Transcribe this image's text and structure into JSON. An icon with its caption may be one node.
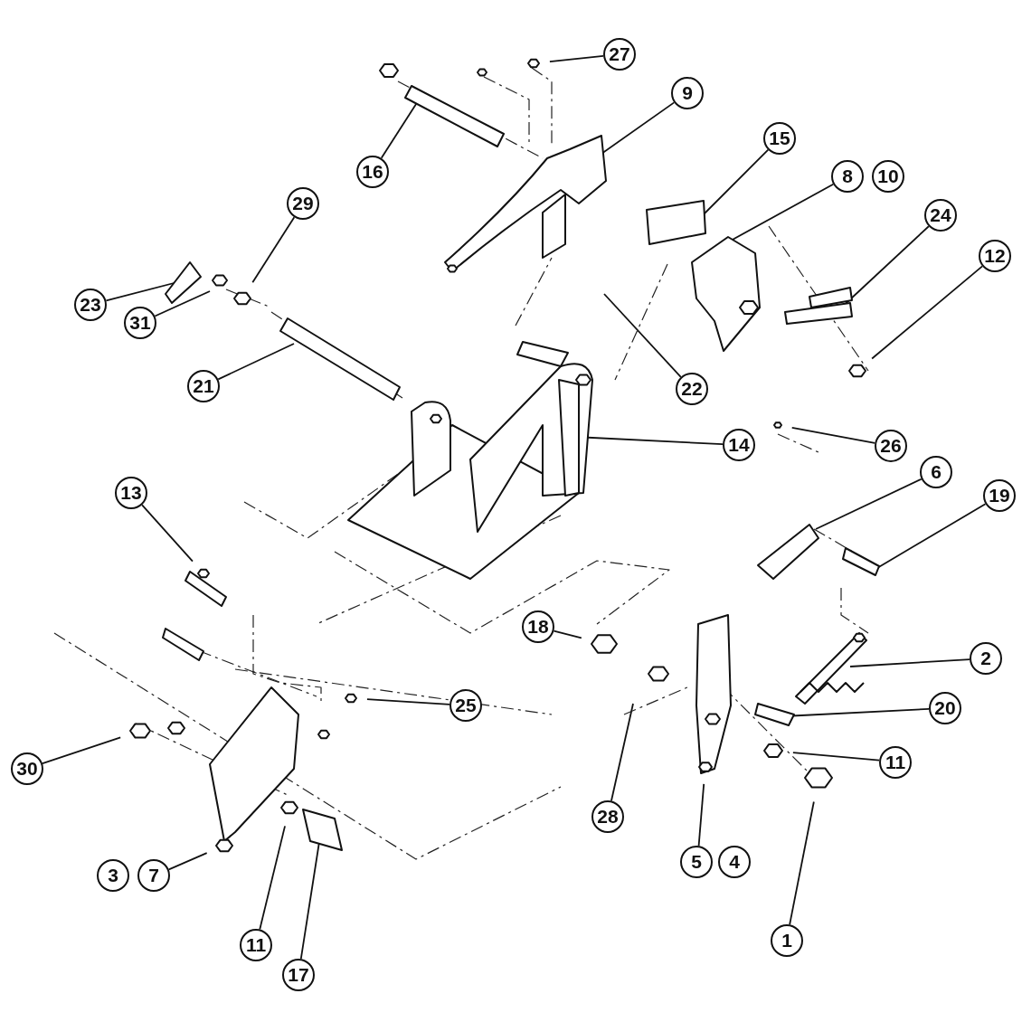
{
  "diagram": {
    "nodes": [
      {
        "text": [
          "27"
        ]
      },
      {
        "text": [
          "9"
        ]
      },
      {
        "text": [
          "15"
        ]
      },
      {
        "text": [
          "16"
        ]
      },
      {
        "text": [
          "8"
        ]
      },
      {
        "text": [
          "10"
        ]
      },
      {
        "text": [
          "29"
        ]
      },
      {
        "text": [
          "24"
        ]
      },
      {
        "text": [
          "12"
        ]
      },
      {
        "text": [
          "23"
        ]
      },
      {
        "text": [
          "31"
        ]
      },
      {
        "text": [
          "21"
        ]
      },
      {
        "text": [
          "22"
        ]
      },
      {
        "text": [
          "14"
        ]
      },
      {
        "text": [
          "26"
        ]
      },
      {
        "text": [
          "6"
        ]
      },
      {
        "text": [
          "19"
        ]
      },
      {
        "text": [
          "13"
        ]
      },
      {
        "text": [
          "18"
        ]
      },
      {
        "text": [
          "2"
        ]
      },
      {
        "text": [
          "25"
        ]
      },
      {
        "text": [
          "20"
        ]
      },
      {
        "text": [
          "30"
        ]
      },
      {
        "text": [
          "11"
        ]
      },
      {
        "text": [
          "28"
        ]
      },
      {
        "text": [
          "5"
        ]
      },
      {
        "text": [
          "4"
        ]
      },
      {
        "text": [
          "3"
        ]
      },
      {
        "text": [
          "7"
        ]
      },
      {
        "text": [
          "11"
        ]
      },
      {
        "text": [
          "1"
        ]
      },
      {
        "text": [
          "17"
        ]
      }
    ],
    "edges": [
      {
        "from": 0,
        "to": null,
        "arrow": "none"
      },
      {
        "from": 1,
        "to": null,
        "arrow": "none"
      },
      {
        "from": 2,
        "to": null,
        "arrow": "none"
      },
      {
        "from": 3,
        "to": null,
        "arrow": "none"
      },
      {
        "from": 4,
        "to": null,
        "arrow": "none"
      },
      {
        "from": 6,
        "to": null,
        "arrow": "none"
      },
      {
        "from": 7,
        "to": null,
        "arrow": "none"
      },
      {
        "from": 8,
        "to": null,
        "arrow": "none"
      },
      {
        "from": 9,
        "to": null,
        "arrow": "none"
      },
      {
        "from": 10,
        "to": null,
        "arrow": "none"
      },
      {
        "from": 11,
        "to": null,
        "arrow": "none"
      },
      {
        "from": 12,
        "to": null,
        "arrow": "none"
      },
      {
        "from": 13,
        "to": null,
        "arrow": "none"
      },
      {
        "from": 14,
        "to": null,
        "arrow": "none"
      },
      {
        "from": 15,
        "to": null,
        "arrow": "none"
      },
      {
        "from": 16,
        "to": null,
        "arrow": "none"
      },
      {
        "from": 17,
        "to": null,
        "arrow": "none"
      },
      {
        "from": 18,
        "to": null,
        "arrow": "none"
      },
      {
        "from": 19,
        "to": null,
        "arrow": "none"
      },
      {
        "from": 20,
        "to": null,
        "arrow": "none"
      },
      {
        "from": 21,
        "to": null,
        "arrow": "none"
      },
      {
        "from": 22,
        "to": null,
        "arrow": "none"
      },
      {
        "from": 23,
        "to": null,
        "arrow": "none"
      },
      {
        "from": 24,
        "to": null,
        "arrow": "none"
      },
      {
        "from": 25,
        "to": null,
        "arrow": "none"
      },
      {
        "from": 28,
        "to": null,
        "arrow": "none"
      },
      {
        "from": 29,
        "to": null,
        "arrow": "none"
      },
      {
        "from": 30,
        "to": null,
        "arrow": "none"
      },
      {
        "from": 31,
        "to": null,
        "arrow": "none"
      }
    ]
  }
}
